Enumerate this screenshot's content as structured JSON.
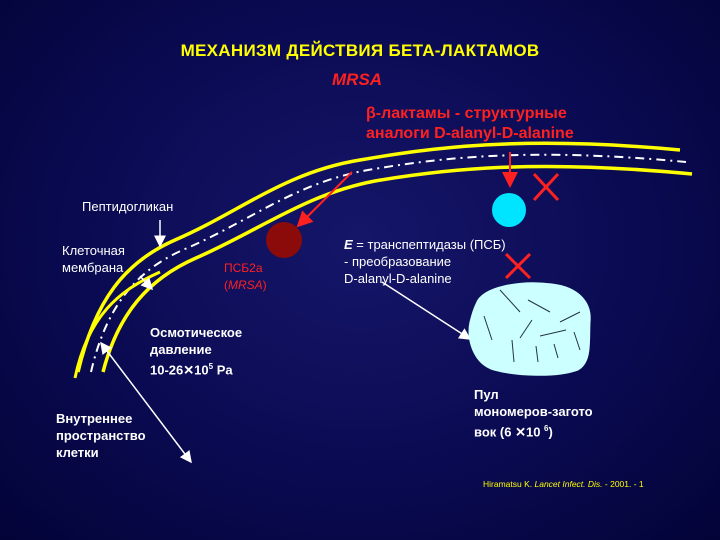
{
  "title": "МЕХАНИЗМ  ДЕЙСТВИЯ  БЕТА-ЛАКТАМОВ",
  "subtitle": "MRSA",
  "beta_lactam_note": {
    "beta_symbol": "β",
    "line1_rest": "-лактамы - структурные",
    "line2": "аналоги D-alanyl-D-alanine"
  },
  "peptidoglycan_label": "Пептидогликан",
  "membrane_label": {
    "line1": "Клеточная",
    "line2": "мембрана"
  },
  "pbp2a_label": {
    "line1": "ПСБ2а",
    "line2_open": "(",
    "line2_italic": "MRSA",
    "line2_close": ")"
  },
  "transpeptidase_note": {
    "e_letter": "E",
    "line1_rest": " = транспептидазы (ПСБ)",
    "line2": "- преобразование",
    "line3": "D-alanyl-D-alanine"
  },
  "osmotic_label": {
    "line1": "Осмотическое",
    "line2": "давление",
    "line3_prefix": "10-26",
    "line3_times": "✕",
    "line3_base": "10",
    "line3_exp": "5",
    "line3_unit": " Pa"
  },
  "interior_label": {
    "line1": "Внутреннее",
    "line2": "пространство",
    "line3": "клетки"
  },
  "pool_label": {
    "line1": "Пул",
    "line2": "мономеров-загото",
    "line3_prefix": "вок (6 ",
    "line3_times": "✕",
    "line3_base": "10 ",
    "line3_exp": "6",
    "line3_close": ")"
  },
  "citation": {
    "author": "Hiramatsu K. ",
    "journal": "Lancet Infect. Dis.",
    "details": " - 2001. - 1"
  },
  "colors": {
    "background": "#0a0a52",
    "title": "#ffff00",
    "accent_red": "#ff2020",
    "membrane": "#ffff00",
    "pbp2a": "#8b0a0a",
    "enzyme": "#00e5ff",
    "pool": "#ccffff"
  }
}
